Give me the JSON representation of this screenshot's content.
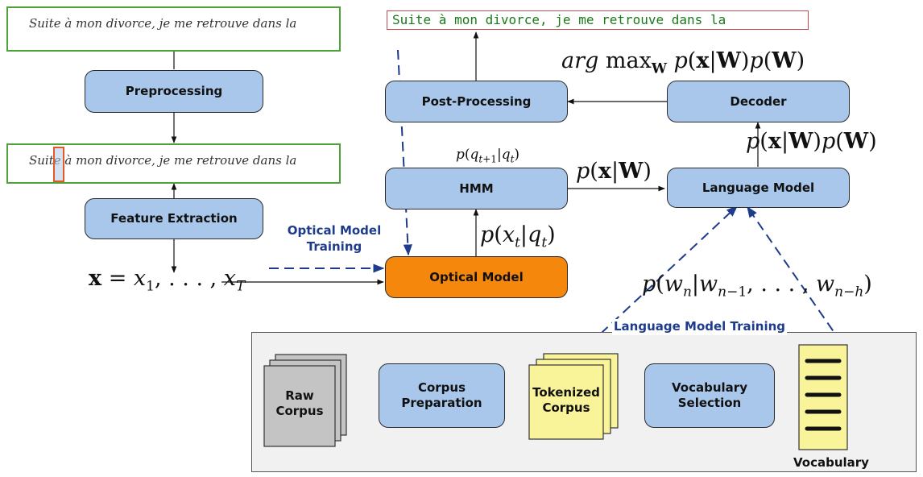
{
  "diagram": {
    "handwriting": {
      "line_raw": "Suite à mon divorce, je me retrouve dans la",
      "line_segmented": "Suite à mon divorce, je me retrouve dans la"
    },
    "recognized_output": "Suite à mon divorce, je me retrouve dans la",
    "nodes": {
      "preprocessing": "Preprocessing",
      "feature_extraction": "Feature Extraction",
      "post_processing": "Post-Processing",
      "decoder": "Decoder",
      "hmm": "HMM",
      "language_model": "Language Model",
      "optical_model": "Optical Model",
      "raw_corpus": "Raw\nCorpus",
      "corpus_preparation": "Corpus\nPreparation",
      "tokenized_corpus": "Tokenized\nCorpus",
      "vocabulary_selection": "Vocabulary\nSelection",
      "vocabulary": "Vocabulary"
    },
    "labels": {
      "optical_model_training": "Optical Model\nTraining",
      "language_model_training": "Language Model Training"
    },
    "colors": {
      "box_fill": "#a9c7eb",
      "optical_fill": "#f6870d",
      "handwriting_border": "#4da33a",
      "output_border": "#c24b4b",
      "output_text": "#1a7a1a",
      "training_blue": "#1f3c8c",
      "corpus_gray": "#c4c4c4",
      "tokenized_yellow": "#f9f39a",
      "panel_bg": "#f1f1f1"
    }
  }
}
